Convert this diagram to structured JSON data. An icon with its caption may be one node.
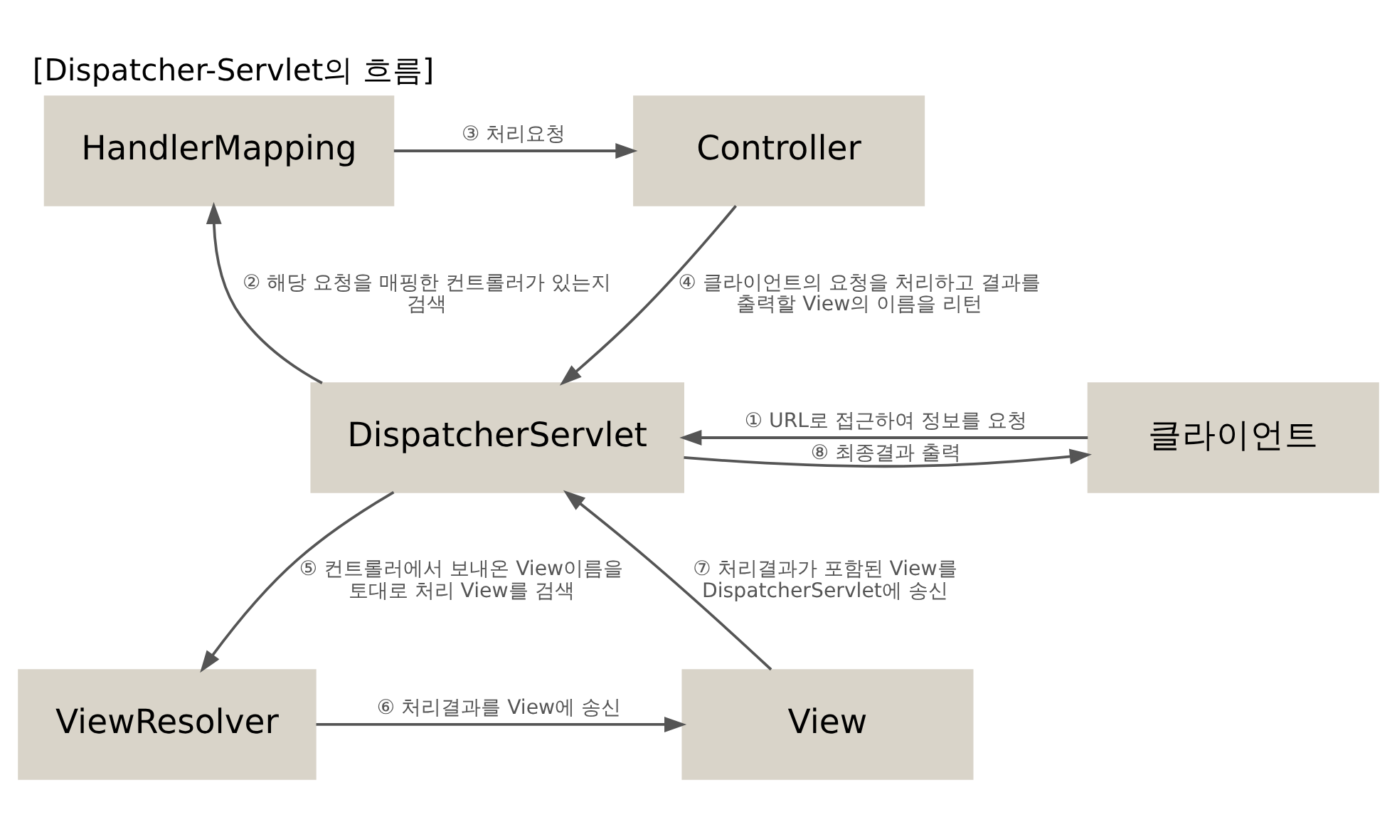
{
  "diagram": {
    "title": "[Dispatcher-Servlet의 흐름]",
    "nodes": [
      {
        "text": [
          "HandlerMapping"
        ]
      },
      {
        "text": [
          "Controller"
        ]
      },
      {
        "text": [
          "클라이언트"
        ]
      },
      {
        "text": [
          "DispatcherServlet"
        ]
      },
      {
        "text": [
          "View"
        ]
      },
      {
        "text": [
          "ViewResolver"
        ]
      }
    ],
    "edges": [
      {
        "from": 2,
        "to": 3,
        "arrow": "to",
        "label": "① URL로 접근하여 정보를 요청"
      },
      {
        "from": 3,
        "to": 2,
        "arrow": "to",
        "label": "⑧ 최종결과 출력"
      },
      {
        "from": 3,
        "to": 0,
        "arrow": "to",
        "label": "② 해당 요청을 매핑한 컨트롤러가 있는지 검색"
      },
      {
        "from": 0,
        "to": 1,
        "arrow": "to",
        "label": "③ 처리요청"
      },
      {
        "from": 1,
        "to": 3,
        "arrow": "to",
        "label": "④ 클라이언트의 요청을 처리하고 결과를 출력할 View의 이름을 리턴"
      },
      {
        "from": 3,
        "to": 5,
        "arrow": "to",
        "label": "⑤ 컨트롤러에서 보내온 View이름을 토대로 처리 View를 검색"
      },
      {
        "from": 5,
        "to": 4,
        "arrow": "to",
        "label": "⑥ 처리결과를 View에 송신"
      },
      {
        "from": 4,
        "to": 3,
        "arrow": "to",
        "label": "⑦ 처리결과가 포함된 View를 DispatcherServlet에 송신"
      }
    ]
  }
}
